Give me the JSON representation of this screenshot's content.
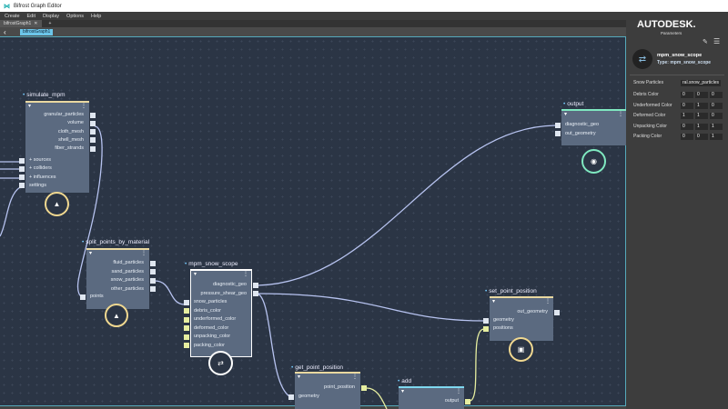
{
  "window": {
    "title": "Bifrost Graph Editor"
  },
  "menu": [
    "Create",
    "Edit",
    "Display",
    "Options",
    "Help"
  ],
  "tabs": [
    {
      "label": "bifrostGraph1"
    }
  ],
  "breadcrumb": "bifrostGraph1",
  "watermark": "AUTODESK.",
  "nodes": {
    "simulate_mpm": {
      "title": "simulate_mpm",
      "outputs": [
        "granular_particles",
        "volume",
        "cloth_mesh",
        "shell_mesh",
        "fiber_strands"
      ],
      "inputs": [
        "+ sources",
        "+ colliders",
        "+ influences",
        "settings"
      ]
    },
    "split": {
      "title": "split_points_by_material",
      "outputs": [
        "fluid_particles",
        "sand_particles",
        "snow_particles",
        "other_particles"
      ],
      "inputs": [
        "points"
      ]
    },
    "scope": {
      "title": "mpm_snow_scope",
      "outputs": [
        "diagnostic_geo",
        "pressure_shear_geo"
      ],
      "inputs": [
        "snow_particles",
        "debris_color",
        "underformed_color",
        "deformed_color",
        "unpacking_color",
        "packing_color"
      ]
    },
    "get": {
      "title": "get_point_position",
      "outputs": [
        "point_position"
      ],
      "inputs": [
        "geometry"
      ]
    },
    "add": {
      "title": "add",
      "outputs": [
        "output"
      ]
    },
    "set": {
      "title": "set_point_position",
      "outputs": [
        "out_geometry"
      ],
      "inputs": [
        "geometry",
        "positions"
      ]
    },
    "output": {
      "title": "output",
      "inputs": [
        "diagnostic_geo",
        "out_geometry"
      ]
    }
  },
  "panel": {
    "title": "Parameters",
    "node_name": "mpm_snow_scope",
    "node_type": "Type: mpm_snow_scope",
    "snow_label": "Snow Particles",
    "snow_value": "ral.snow_particles",
    "rows": [
      {
        "label": "Debris Color",
        "v": [
          "0",
          "0",
          "0"
        ]
      },
      {
        "label": "Underformed Color",
        "v": [
          "0",
          "1",
          "0"
        ]
      },
      {
        "label": "Deformed Color",
        "v": [
          "1",
          "1",
          "0"
        ]
      },
      {
        "label": "Unpacking Color",
        "v": [
          "0",
          "1",
          "1"
        ]
      },
      {
        "label": "Packing Color",
        "v": [
          "0",
          "0",
          "1"
        ]
      }
    ]
  }
}
